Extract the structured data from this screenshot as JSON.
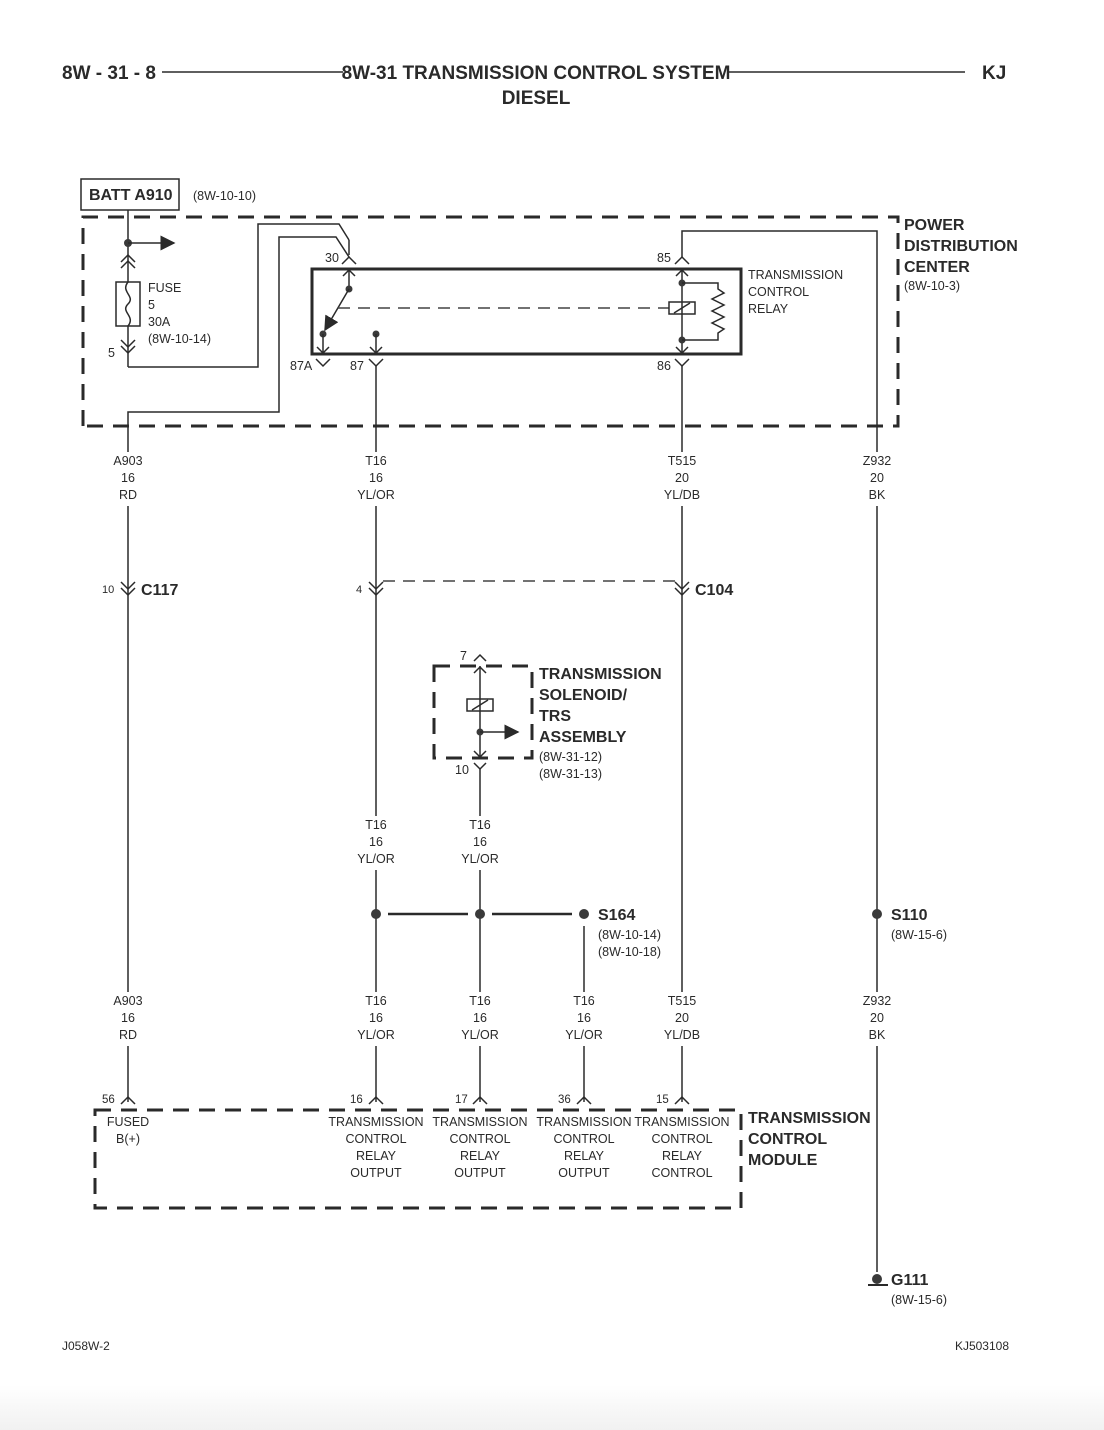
{
  "header": {
    "page_ref": "8W - 31 - 8",
    "title": "8W-31 TRANSMISSION CONTROL SYSTEM",
    "subtitle": "DIESEL",
    "model": "KJ"
  },
  "batt": {
    "label": "BATT A910",
    "ref": "(8W-10-10)"
  },
  "fuse": {
    "lines": [
      "FUSE",
      "5",
      "30A",
      "(8W-10-14)"
    ],
    "pin_bottom": "5"
  },
  "pdc": {
    "lines": [
      "POWER",
      "DISTRIBUTION",
      "CENTER"
    ],
    "ref": "(8W-10-3)"
  },
  "relay": {
    "lines": [
      "TRANSMISSION",
      "CONTROL",
      "RELAY"
    ],
    "pins": {
      "p30": "30",
      "p85": "85",
      "p87a": "87A",
      "p87": "87",
      "p86": "86"
    }
  },
  "wires_top": [
    {
      "circuit": "A903",
      "gauge": "16",
      "color": "RD"
    },
    {
      "circuit": "T16",
      "gauge": "16",
      "color": "YL/OR"
    },
    {
      "circuit": "T515",
      "gauge": "20",
      "color": "YL/DB"
    },
    {
      "circuit": "Z932",
      "gauge": "20",
      "color": "BK"
    }
  ],
  "connectors": {
    "c117": {
      "name": "C117",
      "pin": "10"
    },
    "c104": {
      "name": "C104",
      "pin_left": "4"
    }
  },
  "solenoid": {
    "lines": [
      "TRANSMISSION",
      "SOLENOID/",
      "TRS",
      "ASSEMBLY"
    ],
    "refs": [
      "(8W-31-12)",
      "(8W-31-13)"
    ],
    "pin_top": "7",
    "pin_bottom": "10"
  },
  "wires_mid": [
    {
      "circuit": "T16",
      "gauge": "16",
      "color": "YL/OR"
    },
    {
      "circuit": "T16",
      "gauge": "16",
      "color": "YL/OR"
    }
  ],
  "splices": {
    "s164": {
      "name": "S164",
      "refs": [
        "(8W-10-14)",
        "(8W-10-18)"
      ]
    },
    "s110": {
      "name": "S110",
      "ref": "(8W-15-6)"
    }
  },
  "wires_bottom": [
    {
      "circuit": "A903",
      "gauge": "16",
      "color": "RD"
    },
    {
      "circuit": "T16",
      "gauge": "16",
      "color": "YL/OR"
    },
    {
      "circuit": "T16",
      "gauge": "16",
      "color": "YL/OR"
    },
    {
      "circuit": "T16",
      "gauge": "16",
      "color": "YL/OR"
    },
    {
      "circuit": "T515",
      "gauge": "20",
      "color": "YL/DB"
    },
    {
      "circuit": "Z932",
      "gauge": "20",
      "color": "BK"
    }
  ],
  "tcm": {
    "lines": [
      "TRANSMISSION",
      "CONTROL",
      "MODULE"
    ],
    "pins": [
      {
        "pin": "56",
        "lines": [
          "FUSED",
          "B(+)"
        ]
      },
      {
        "pin": "16",
        "lines": [
          "TRANSMISSION",
          "CONTROL",
          "RELAY",
          "OUTPUT"
        ]
      },
      {
        "pin": "17",
        "lines": [
          "TRANSMISSION",
          "CONTROL",
          "RELAY",
          "OUTPUT"
        ]
      },
      {
        "pin": "36",
        "lines": [
          "TRANSMISSION",
          "CONTROL",
          "RELAY",
          "OUTPUT"
        ]
      },
      {
        "pin": "15",
        "lines": [
          "TRANSMISSION",
          "CONTROL",
          "RELAY",
          "CONTROL"
        ]
      }
    ]
  },
  "ground": {
    "name": "G111",
    "ref": "(8W-15-6)"
  },
  "footer": {
    "left": "J058W-2",
    "right": "KJ503108"
  }
}
